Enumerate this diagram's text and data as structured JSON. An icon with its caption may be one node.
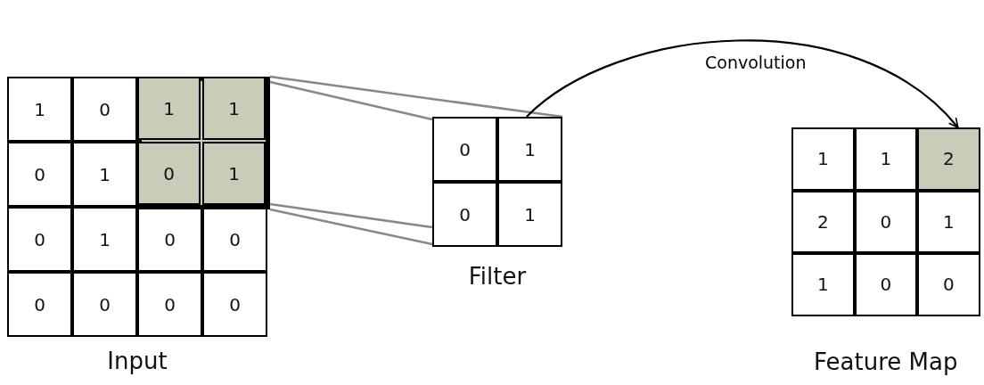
{
  "diagram": {
    "nodes": [
      {
        "text": [
          "Input"
        ]
      },
      {
        "text": [],
        "shape": "box",
        "in": 0
      },
      {
        "text": [
          "1"
        ],
        "in": 0
      },
      {
        "text": [
          "0"
        ],
        "in": 0
      },
      {
        "text": [
          "1"
        ],
        "in": 1
      },
      {
        "text": [
          "1"
        ],
        "in": 1
      },
      {
        "text": [
          "0"
        ],
        "in": 0
      },
      {
        "text": [
          "1"
        ],
        "in": 0
      },
      {
        "text": [
          "0"
        ],
        "in": 1
      },
      {
        "text": [
          "1"
        ],
        "in": 1
      },
      {
        "text": [
          "0"
        ],
        "in": 0
      },
      {
        "text": [
          "1"
        ],
        "in": 0
      },
      {
        "text": [
          "0"
        ],
        "in": 0
      },
      {
        "text": [
          "0"
        ],
        "in": 0
      },
      {
        "text": [
          "0"
        ],
        "in": 0
      },
      {
        "text": [
          "0"
        ],
        "in": 0
      },
      {
        "text": [
          "0"
        ],
        "in": 0
      },
      {
        "text": [
          "0"
        ],
        "in": 0
      },
      {
        "text": [
          "Filter"
        ]
      },
      {
        "text": [
          "0"
        ],
        "in": 18
      },
      {
        "text": [
          "1"
        ],
        "in": 18
      },
      {
        "text": [
          "0"
        ],
        "in": 18
      },
      {
        "text": [
          "1"
        ],
        "in": 18
      },
      {
        "text": [
          "Feature Map"
        ]
      },
      {
        "text": [
          "1"
        ],
        "in": 23
      },
      {
        "text": [
          "1"
        ],
        "in": 23
      },
      {
        "text": [
          "2"
        ],
        "in": 23
      },
      {
        "text": [
          "2"
        ],
        "in": 23
      },
      {
        "text": [
          "0"
        ],
        "in": 23
      },
      {
        "text": [
          "1"
        ],
        "in": 23
      },
      {
        "text": [
          "1"
        ],
        "in": 23
      },
      {
        "text": [
          "0"
        ],
        "in": 23
      },
      {
        "text": [
          "0"
        ],
        "in": 23
      }
    ],
    "edges": [
      {
        "from": 1,
        "to": 18,
        "arrow": "none"
      },
      {
        "from": 1,
        "to": 18,
        "arrow": "none"
      },
      {
        "from": 1,
        "to": 18,
        "arrow": "none"
      },
      {
        "from": 1,
        "to": 18,
        "arrow": "none"
      },
      {
        "from": 20,
        "to": 26,
        "arrow": "to",
        "label": "Convolution",
        "color": "#000000"
      }
    ]
  }
}
